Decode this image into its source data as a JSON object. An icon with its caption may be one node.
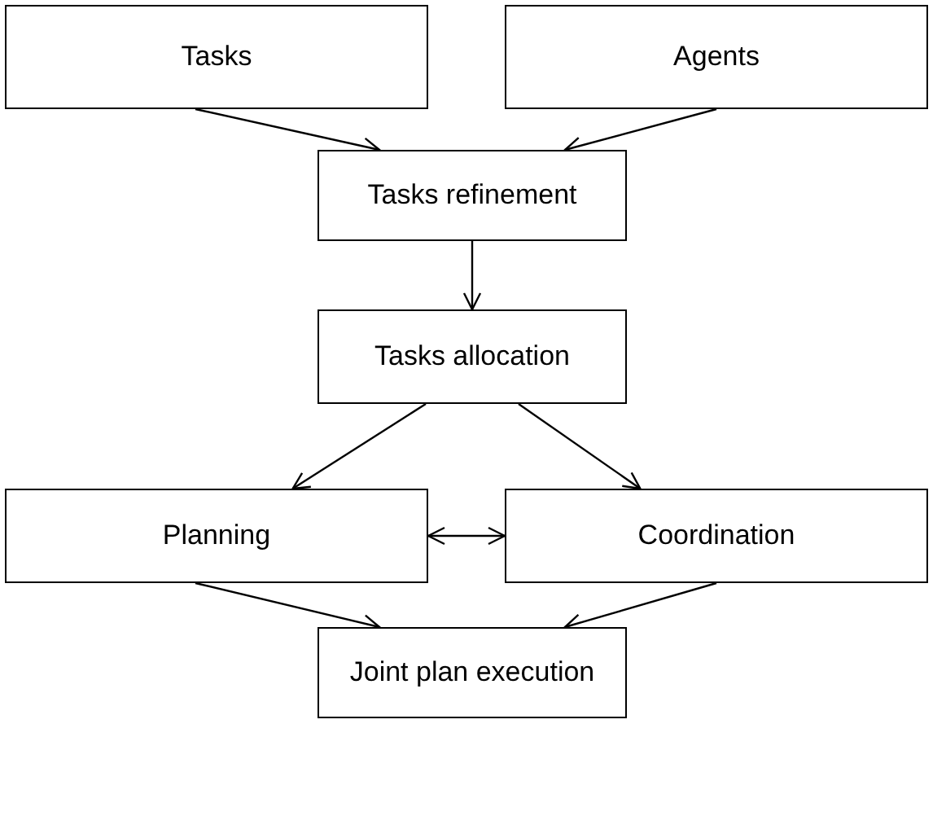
{
  "diagram": {
    "nodes": [
      {
        "text": [
          "Tasks"
        ]
      },
      {
        "text": [
          "Agents"
        ]
      },
      {
        "text": [
          "Tasks refinement"
        ]
      },
      {
        "text": [
          "Tasks allocation"
        ]
      },
      {
        "text": [
          "Planning"
        ]
      },
      {
        "text": [
          "Coordination"
        ]
      },
      {
        "text": [
          "Joint plan execution"
        ]
      }
    ],
    "edges": [
      {
        "from": 0,
        "to": 2,
        "arrow": "to"
      },
      {
        "from": 1,
        "to": 2,
        "arrow": "to"
      },
      {
        "from": 2,
        "to": 3,
        "arrow": "to"
      },
      {
        "from": 3,
        "to": 4,
        "arrow": "to"
      },
      {
        "from": 3,
        "to": 5,
        "arrow": "to"
      },
      {
        "from": 4,
        "to": 5,
        "arrow": "both"
      },
      {
        "from": 4,
        "to": 6,
        "arrow": "to"
      },
      {
        "from": 5,
        "to": 6,
        "arrow": "to"
      }
    ]
  }
}
